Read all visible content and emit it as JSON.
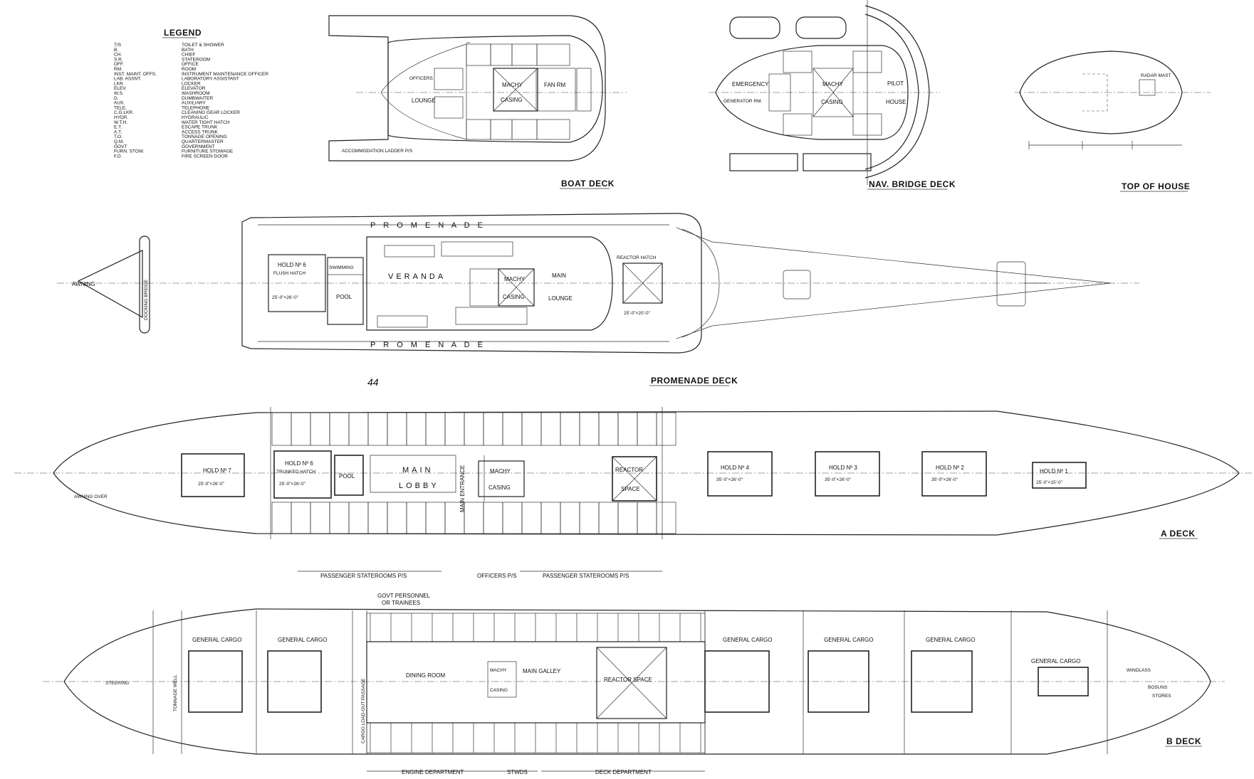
{
  "legend": {
    "title": "LEGEND",
    "items": [
      {
        "abbr": "T/S",
        "meaning": "TOILET & SHOWER"
      },
      {
        "abbr": "B.",
        "meaning": "BATH"
      },
      {
        "abbr": "CH.",
        "meaning": "CHIEF"
      },
      {
        "abbr": "S.R.",
        "meaning": "STATEROOM"
      },
      {
        "abbr": "OFF.",
        "meaning": "OFFICE"
      },
      {
        "abbr": "RM.",
        "meaning": "ROOM"
      },
      {
        "abbr": "INST. MAINT. OFFS.",
        "meaning": "INSTRUMENT MAINTENANCE OFFICER"
      },
      {
        "abbr": "LAB. ASSNT.",
        "meaning": "LABORATORY ASSISTANT"
      },
      {
        "abbr": "LKR.",
        "meaning": "LOCKER"
      },
      {
        "abbr": "ELEV.",
        "meaning": "ELEVATOR"
      },
      {
        "abbr": "W.S.",
        "meaning": "WASHROOM"
      },
      {
        "abbr": "D.",
        "meaning": "DUMBWAITER"
      },
      {
        "abbr": "AUX.",
        "meaning": "AUXILIARY"
      },
      {
        "abbr": "TELE.",
        "meaning": "TELEPHONE"
      },
      {
        "abbr": "C.G.LKR.",
        "meaning": "CLEANING GEAR LOCKER"
      },
      {
        "abbr": "HYDR.",
        "meaning": "HYDRAULIC"
      },
      {
        "abbr": "W.T.H.",
        "meaning": "WATER TIGHT HATCH"
      },
      {
        "abbr": "E.T.",
        "meaning": "ESCAPE TRUNK"
      },
      {
        "abbr": "A.T.",
        "meaning": "ACCESS TRUNK"
      },
      {
        "abbr": "T.O.",
        "meaning": "TONNAGE OPENING"
      },
      {
        "abbr": "Q.M.",
        "meaning": "QUARTERMASTER"
      },
      {
        "abbr": "GOVT",
        "meaning": "GOVERNMENT"
      },
      {
        "abbr": "FURN. STOW.",
        "meaning": "FURNITURE STOWAGE"
      },
      {
        "abbr": "F.D.",
        "meaning": "FIRE SCREEN DOOR"
      }
    ]
  },
  "decks": {
    "boat": {
      "title": "BOAT DECK",
      "labels": {
        "machy": "MACHY",
        "casing": "CASING",
        "fan_rm": "FAN RM",
        "lounge": "LOUNGE",
        "officers": "OFFICERS",
        "accommodation_ladder": "ACCOMMODATION LADDER P/S"
      }
    },
    "nav_bridge": {
      "title": "NAV. BRIDGE DECK",
      "labels": {
        "emergency": "EMERGENCY",
        "generator": "GENERATOR RM.",
        "machy": "MACHY",
        "casing": "CASING",
        "pilot": "PILOT",
        "house": "HOUSE"
      }
    },
    "top_of_house": {
      "title": "TOP OF HOUSE",
      "labels": {
        "radar_mast": "RADAR MAST"
      }
    },
    "promenade": {
      "title": "PROMENADE DECK",
      "labels": {
        "promenade_top": "P R O M E N A D E",
        "promenade_bottom": "P R O M E N A D E",
        "awning": "AWNING",
        "docking_bridge": "DOCKING BRIDGE",
        "hold6": "HOLD Nº 6",
        "flush_hatch": "FLUSH HATCH",
        "hold6_size": "25'-0\"×26'-0\"",
        "swimming": "SWIMMING",
        "pool": "POOL",
        "veranda": "VERANDA",
        "machy": "MACHY",
        "casing": "CASING",
        "main": "MAIN",
        "lounge": "LOUNGE",
        "reactor_hatch": "REACTOR HATCH",
        "reactor_size": "25'-0\"×20'-0\"",
        "page_mark": "44"
      }
    },
    "a_deck": {
      "title": "A DECK",
      "labels": {
        "hold1": "HOLD Nº 1",
        "hold1_size": "25'-0\"×15'-0\"",
        "hold2": "HOLD Nº 2",
        "hold2_size": "35'-0\"×26'-0\"",
        "hold3": "HOLD Nº 3",
        "hold3_size": "35'-0\"×26'-0\"",
        "hold4": "HOLD Nº 4",
        "hold4_size": "35'-0\"×26'-0\"",
        "hold6": "HOLD Nº 6",
        "trunked_hatch": "TRUNKED HATCH",
        "hold6_size": "25'-0\"×26'-0\"",
        "hold7": "HOLD Nº 7",
        "hold7_size": "25'-0\"×26'-0\"",
        "pool": "POOL",
        "main": "MAIN",
        "lobby": "LOBBY",
        "main_entrance": "MAIN ENTRANCE",
        "machy": "MACHY",
        "casing": "CASING",
        "reactor": "REACTOR",
        "space": "SPACE",
        "awning_over": "AWNING OVER",
        "passenger_staterooms_left": "PASSENGER STATEROOMS P/S",
        "officers": "OFFICERS P/S",
        "passenger_staterooms_right": "PASSENGER STATEROOMS P/S"
      }
    },
    "b_deck": {
      "title": "B DECK",
      "labels": {
        "general_cargo": "GENERAL CARGO",
        "dining_room": "DINING ROOM",
        "main_galley": "MAIN GALLEY",
        "machy": "MACHY",
        "casing": "CASING",
        "reactor_space": "REACTOR SPACE",
        "cargo_passage": "CARGO LOAD-OUT PASSAGE",
        "tonnage_well": "TONNAGE WELL",
        "govt_personnel": "GOVT PERSONNEL",
        "govt_trainees": "OR TRAINEES",
        "engine_department": "ENGINE DEPARTMENT",
        "stwds": "STWDS",
        "deck_department": "DECK DEPARTMENT",
        "steering": "STEERING",
        "windlass": "WINDLASS",
        "stores": "STORES",
        "bosuns": "BOSUNS"
      }
    }
  }
}
